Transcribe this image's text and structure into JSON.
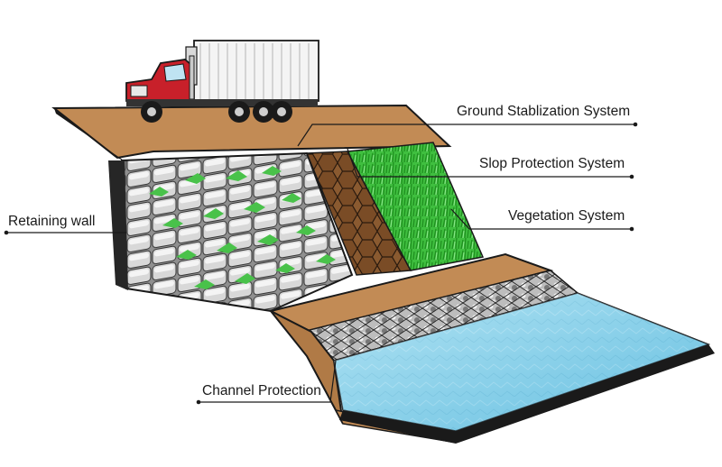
{
  "labels": {
    "ground": "Ground Stablization System",
    "slope": "Slop Protection System",
    "vegetation": "Vegetation System",
    "retaining": "Retaining wall",
    "channel": "Channel Protection"
  },
  "colors": {
    "soil": "#b8824e",
    "soil_dark": "#8a5a2e",
    "outline": "#1a1a1a",
    "grass": "#3fbf3f",
    "water": "#7fd0ea",
    "truck_cab": "#c8202a",
    "gabion": "#9a9a9a"
  }
}
